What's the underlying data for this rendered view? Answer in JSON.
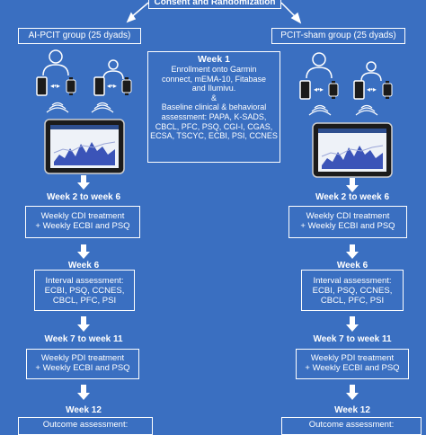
{
  "header": {
    "consent": "Consent and Randomization"
  },
  "left_group": {
    "title": "AI-PCIT group (25 dyads)",
    "steps": [
      {
        "label": "Week 2 to week 6",
        "text": "Weekly CDI treatment\n+ Weekly ECBI and PSQ"
      },
      {
        "label": "Week 6",
        "text": "Interval assessment:\nECBI, PSQ, CCNES,\nCBCL, PFC, PSI"
      },
      {
        "label": "Week 7 to week 11",
        "text": "Weekly PDI treatment\n+ Weekly ECBI and PSQ"
      },
      {
        "label": "Week 12",
        "text": "Outcome assessment:"
      }
    ]
  },
  "right_group": {
    "title": "PCIT-sham group (25 dyads)",
    "steps": [
      {
        "label": "Week 2 to week 6",
        "text": "Weekly CDI treatment\n+ Weekly ECBI and PSQ"
      },
      {
        "label": "Week 6",
        "text": "Interval assessment:\nECBI, PSQ, CCNES,\nCBCL, PFC, PSI"
      },
      {
        "label": "Week 7 to week 11",
        "text": "Weekly PDI treatment\n+ Weekly ECBI and PSQ"
      },
      {
        "label": "Week 12",
        "text": "Outcome assessment:"
      }
    ]
  },
  "center": {
    "title": "Week 1",
    "text": "Enrollment onto Garmin\nconnect, mEMA-10, Fitabase\nand Ilumivu.\n&\nBaseline clinical & behavioral\nassessment: PAPA, K-SADS,\nCBCL, PFC, PSQ, CGI-I, CGAS,\nECSA, TSCYC, ECBI, PSI, CCNES"
  },
  "colors": {
    "background": "#3a6fc1",
    "line": "#ffffff"
  },
  "icons": [
    "person-icon",
    "smartphone-icon",
    "smartwatch-icon",
    "wifi-icon",
    "tablet-icon",
    "arrow-down-icon"
  ]
}
